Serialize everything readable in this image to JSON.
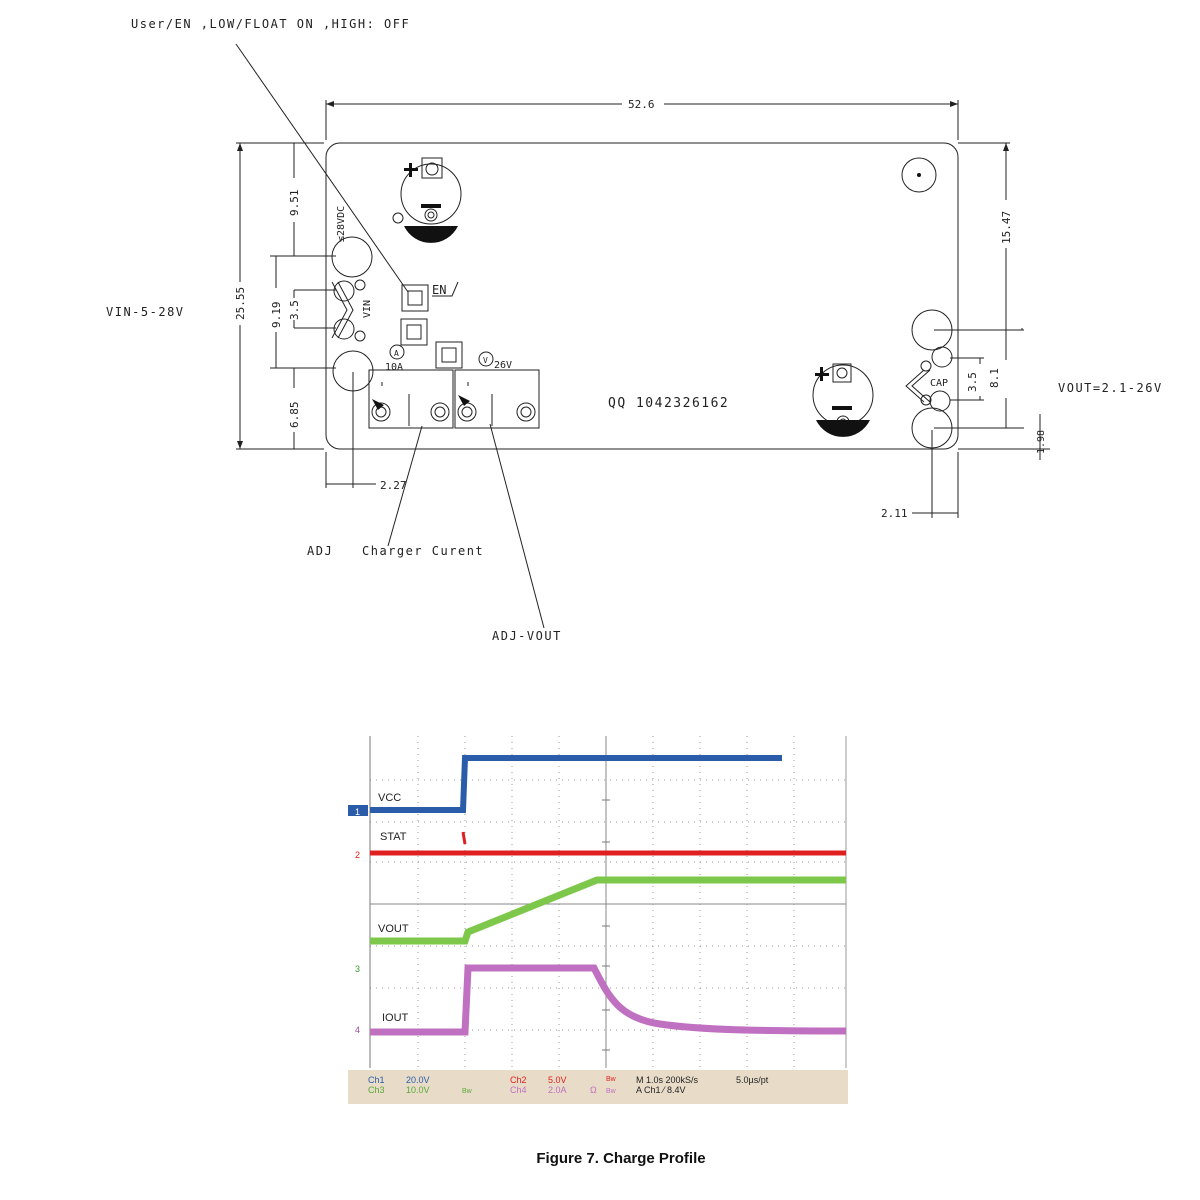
{
  "drawing": {
    "annotations": {
      "user_en": "User/EN ,LOW/FLOAT ON ,HIGH: OFF",
      "vin": "VIN-5-28V",
      "vout": "VOUT=2.1-26V",
      "adj": "ADJ",
      "charger_current": "Charger Curent",
      "adj_vout": "ADJ-VOUT"
    },
    "dimensions": {
      "width_total": "52.6",
      "d_9_51": "9.51",
      "d_25_55": "25.55",
      "d_9_19": "9.19",
      "d_3_5_left": "3.5",
      "d_6_85": "6.85",
      "d_2_27": "2.27",
      "d_15_47": "15.47",
      "d_3_5_right": "3.5",
      "d_8_1": "8.1",
      "d_1_98": "1.98",
      "d_2_11": "2.11"
    },
    "board_labels": {
      "vdc": "≤28VDC",
      "vin": "VIN",
      "en": "EN",
      "amp_symbol": "A",
      "current": "10A",
      "volt_symbol": "V",
      "volt": "26V",
      "cap": "CAP",
      "serial": "QQ 1042326162"
    }
  },
  "scope": {
    "channels": [
      {
        "number": "1",
        "name": "VCC",
        "color": "#2a5caa"
      },
      {
        "number": "2",
        "name": "STAT",
        "color": "#e02020"
      },
      {
        "number": "3",
        "name": "VOUT",
        "color": "#7dc84a"
      },
      {
        "number": "4",
        "name": "IOUT",
        "color": "#c070c0"
      }
    ],
    "status": {
      "ch1": "Ch1",
      "ch1_scale": "20.0V",
      "ch3": "Ch3",
      "ch3_scale": "10.0V",
      "bw1": "Bw",
      "ch2": "Ch2",
      "ch2_scale": "5.0V",
      "ch4": "Ch4",
      "ch4_scale": "2.0A",
      "omega": "Ω",
      "bw2": "Bw",
      "bw3": "Bw",
      "timebase": "M 1.0s 200kS/s",
      "sample": "5.0µs/pt",
      "trigger": "A  Ch1  ⁄  8.4V"
    }
  },
  "caption": "Figure 7. Charge Profile"
}
